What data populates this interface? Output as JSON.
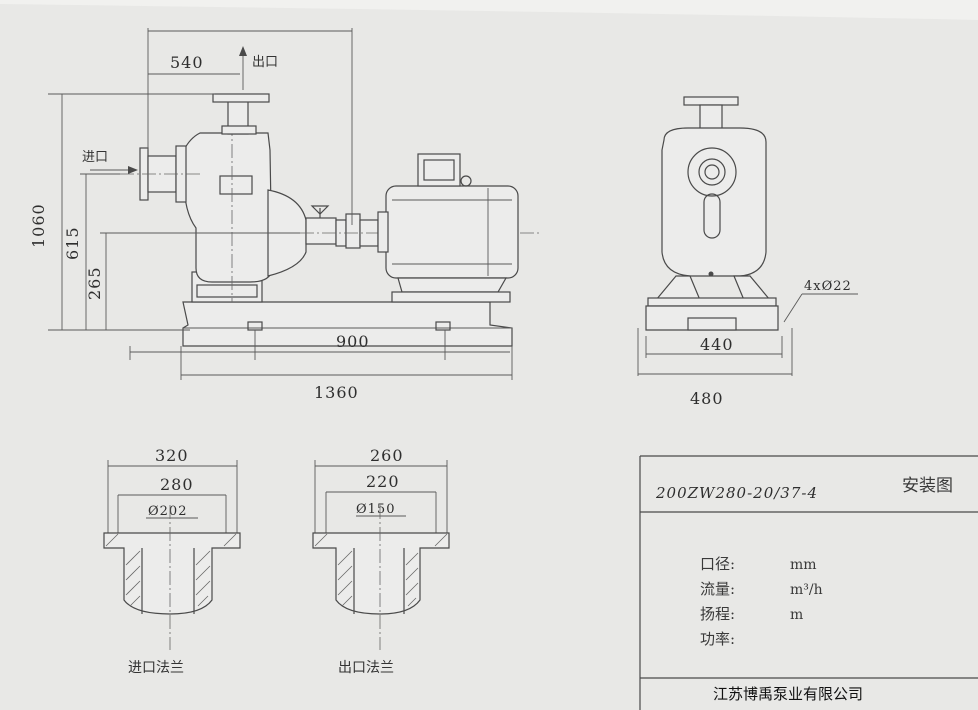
{
  "side_view": {
    "dim_540": "540",
    "outlet_label": "出口",
    "inlet_label": "进口",
    "dim_1060": "1060",
    "dim_615": "615",
    "dim_265": "265",
    "dim_900": "900",
    "dim_1360": "1360"
  },
  "end_view": {
    "dim_4x022": "4xØ22",
    "dim_440": "440",
    "dim_480": "480"
  },
  "inlet_flange": {
    "outer_dim": "320",
    "bolt_dim": "280",
    "bore_dim": "Ø202",
    "caption": "进口法兰"
  },
  "outlet_flange": {
    "outer_dim": "260",
    "bolt_dim": "220",
    "bore_dim": "Ø150",
    "caption": "出口法兰"
  },
  "title_block": {
    "model": "200ZW280-20/37-4",
    "title": "安装图",
    "rows": [
      {
        "label": "口径:",
        "unit": "mm"
      },
      {
        "label": "流量:",
        "unit": "m³/h"
      },
      {
        "label": "扬程:",
        "unit": "m"
      },
      {
        "label": "功率:",
        "unit": ""
      }
    ],
    "company": "江苏博禹泵业有限公司"
  }
}
